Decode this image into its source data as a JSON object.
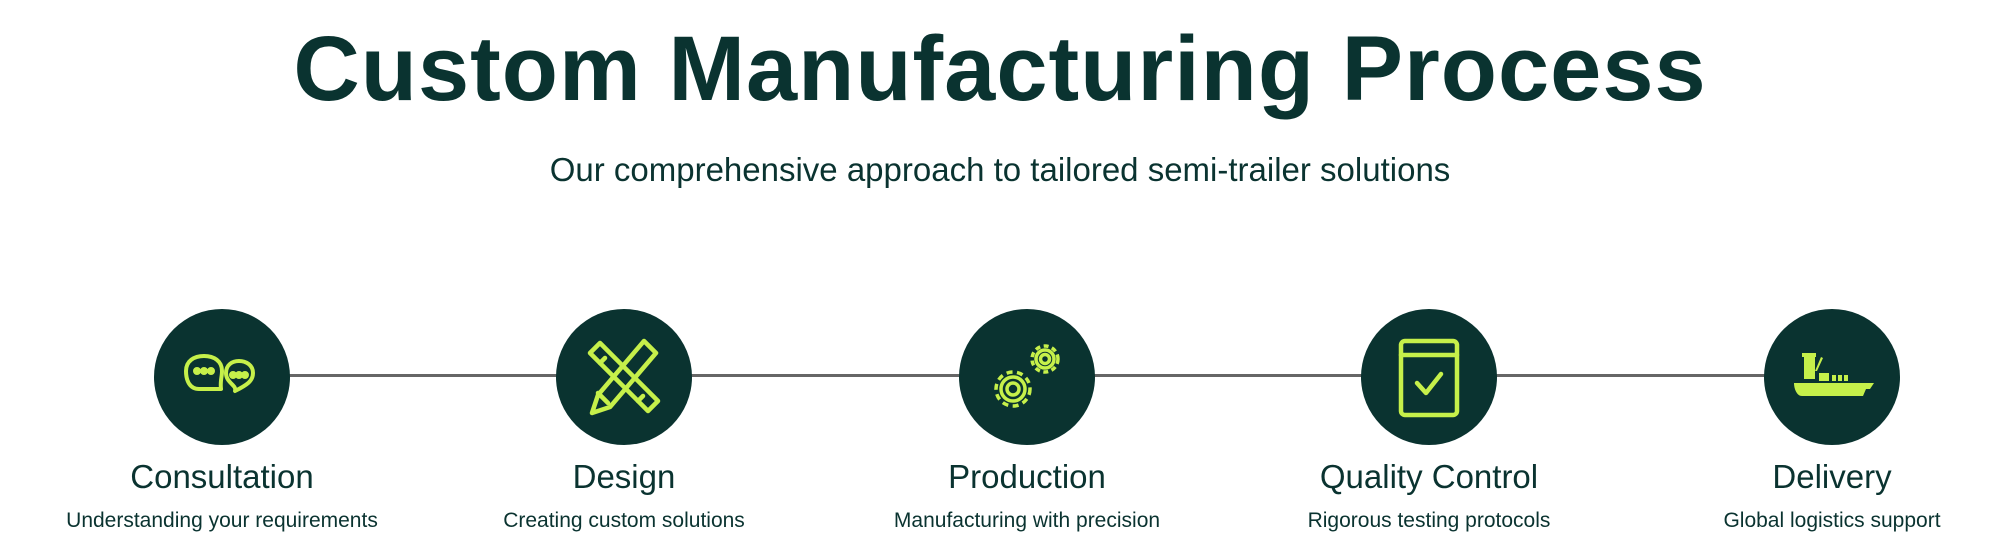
{
  "header": {
    "title": "Custom Manufacturing Process",
    "subtitle": "Our comprehensive approach to tailored semi-trailer solutions"
  },
  "colors": {
    "primary": "#0a3330",
    "accent": "#c6f04a",
    "connector": "#666666"
  },
  "steps": [
    {
      "label": "Consultation",
      "description": "Understanding your requirements",
      "icon": "chat-bubbles-icon"
    },
    {
      "label": "Design",
      "description": "Creating custom solutions",
      "icon": "pencil-ruler-icon"
    },
    {
      "label": "Production",
      "description": "Manufacturing with precision",
      "icon": "gears-icon"
    },
    {
      "label": "Quality Control",
      "description": "Rigorous testing protocols",
      "icon": "checklist-window-icon"
    },
    {
      "label": "Delivery",
      "description": "Global logistics support",
      "icon": "cargo-ship-icon"
    }
  ]
}
